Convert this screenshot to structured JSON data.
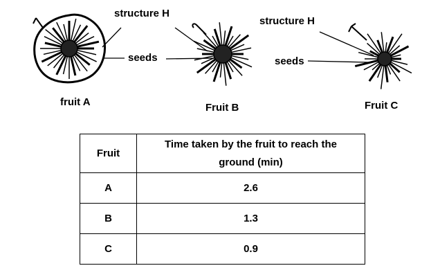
{
  "labels": {
    "structure_h_1": "structure H",
    "structure_h_2": "structure H",
    "seeds_1": "seeds",
    "seeds_2": "seeds",
    "fruit_a": "fruit A",
    "fruit_b": "Fruit B",
    "fruit_c": "Fruit C"
  },
  "table": {
    "header": [
      "Fruit",
      "Time taken by the fruit to reach the ground (min)"
    ],
    "rows": [
      {
        "fruit": "A",
        "time": "2.6"
      },
      {
        "fruit": "B",
        "time": "1.3"
      },
      {
        "fruit": "C",
        "time": "0.9"
      }
    ]
  }
}
